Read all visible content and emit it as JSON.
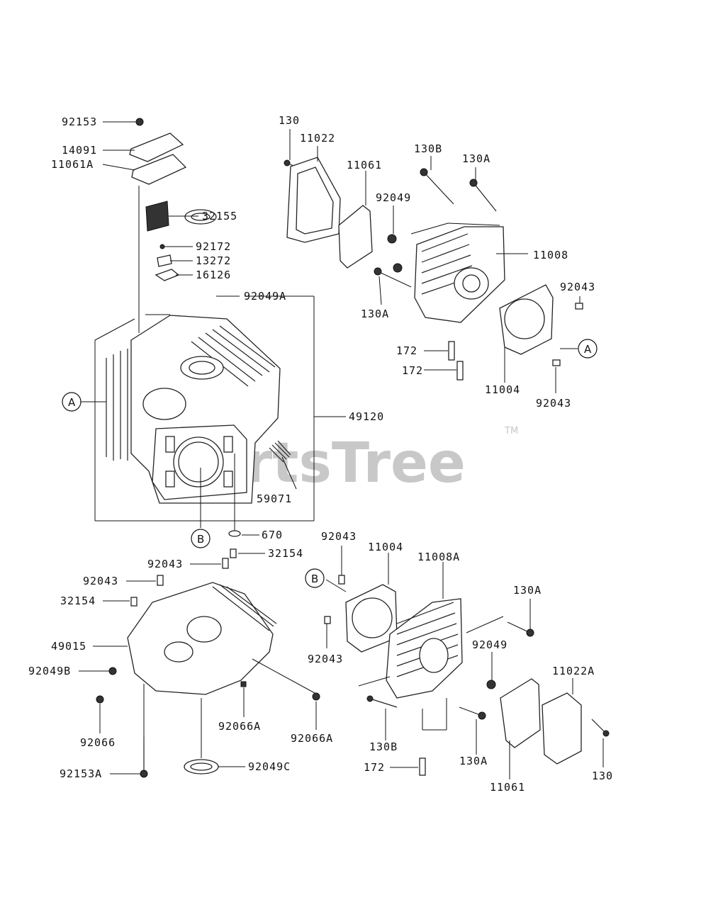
{
  "watermark": {
    "text": "PartsTree",
    "trademark": "TM"
  },
  "callouts": {
    "a": "A",
    "b": "B"
  },
  "labels": {
    "p92153": "92153",
    "p14091": "14091",
    "p11061a": "11061A",
    "p32155": "32155",
    "p92172": "92172",
    "p13272": "13272",
    "p16126": "16126",
    "p92049a": "92049A",
    "p49120": "49120",
    "p59071": "59071",
    "p670": "670",
    "p130_top": "130",
    "p11022": "11022",
    "p11061_top": "11061",
    "p130b_top": "130B",
    "p130a_top": "130A",
    "p92049_top": "92049",
    "p11008": "11008",
    "p130a_mid": "130A",
    "p92043_r1": "92043",
    "p172_a": "172",
    "p172_b": "172",
    "p11004_top": "11004",
    "p92043_r2": "92043",
    "p92043_cl": "92043",
    "p32154_r": "32154",
    "p92043_l": "92043",
    "p32154_l": "32154",
    "p49015": "49015",
    "p92049b": "92049B",
    "p92066": "92066",
    "p92066a_c": "92066A",
    "p92066a_r": "92066A",
    "p92153a": "92153A",
    "p92049c": "92049C",
    "p92043_bt": "92043",
    "p11004_bt": "11004",
    "p11008a": "11008A",
    "p130a_b1": "130A",
    "p92043_b2": "92043",
    "p92049_b": "92049",
    "p11022a": "11022A",
    "p130b_b": "130B",
    "p130a_b2": "130A",
    "p172_bt": "172",
    "p11061_b": "11061",
    "p130_b": "130"
  }
}
